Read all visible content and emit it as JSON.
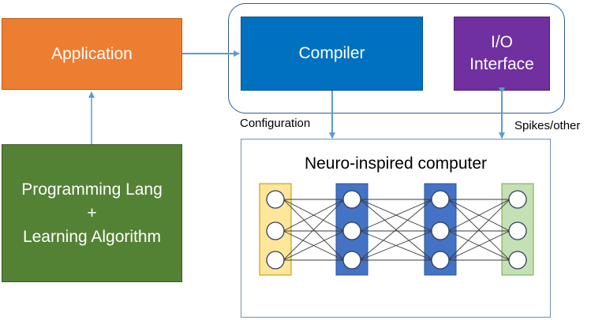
{
  "blocks": {
    "application": "Application",
    "compiler": "Compiler",
    "io_line1": "I/O",
    "io_line2": "Interface",
    "prog_line1": "Programming Lang",
    "prog_line2": "+",
    "prog_line3": "Learning Algorithm",
    "computer_title": "Neuro-inspired computer"
  },
  "labels": {
    "configuration": "Configuration",
    "spikes": "Spikes/other"
  },
  "colors": {
    "application": "#ed7d31",
    "compiler": "#0070c0",
    "io": "#7030a0",
    "programming": "#548235",
    "arrow": "#5b9bd5",
    "input_layer": "#ffe699",
    "hidden_layer": "#4472c4",
    "output_layer": "#c5e0b4"
  },
  "network": {
    "layers": [
      3,
      3,
      3,
      3
    ]
  }
}
